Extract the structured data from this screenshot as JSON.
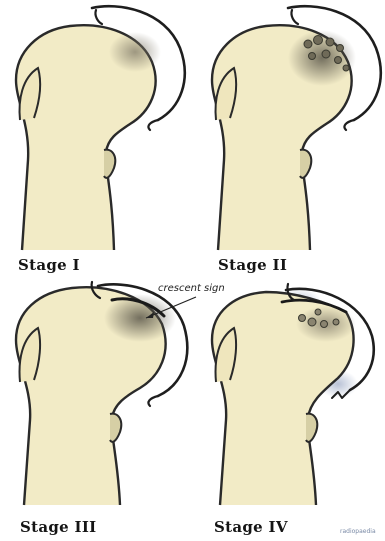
{
  "colors": {
    "bone": "#f2ebc6",
    "outline": "#2a2a2a",
    "necrosis": "#8b8570"
  },
  "stages": [
    {
      "label": "Stage I"
    },
    {
      "label": "Stage II"
    },
    {
      "label": "Stage III"
    },
    {
      "label": "Stage IV"
    }
  ],
  "annotations": {
    "crescent": "crescent sign"
  },
  "watermark": "radiopaedia"
}
